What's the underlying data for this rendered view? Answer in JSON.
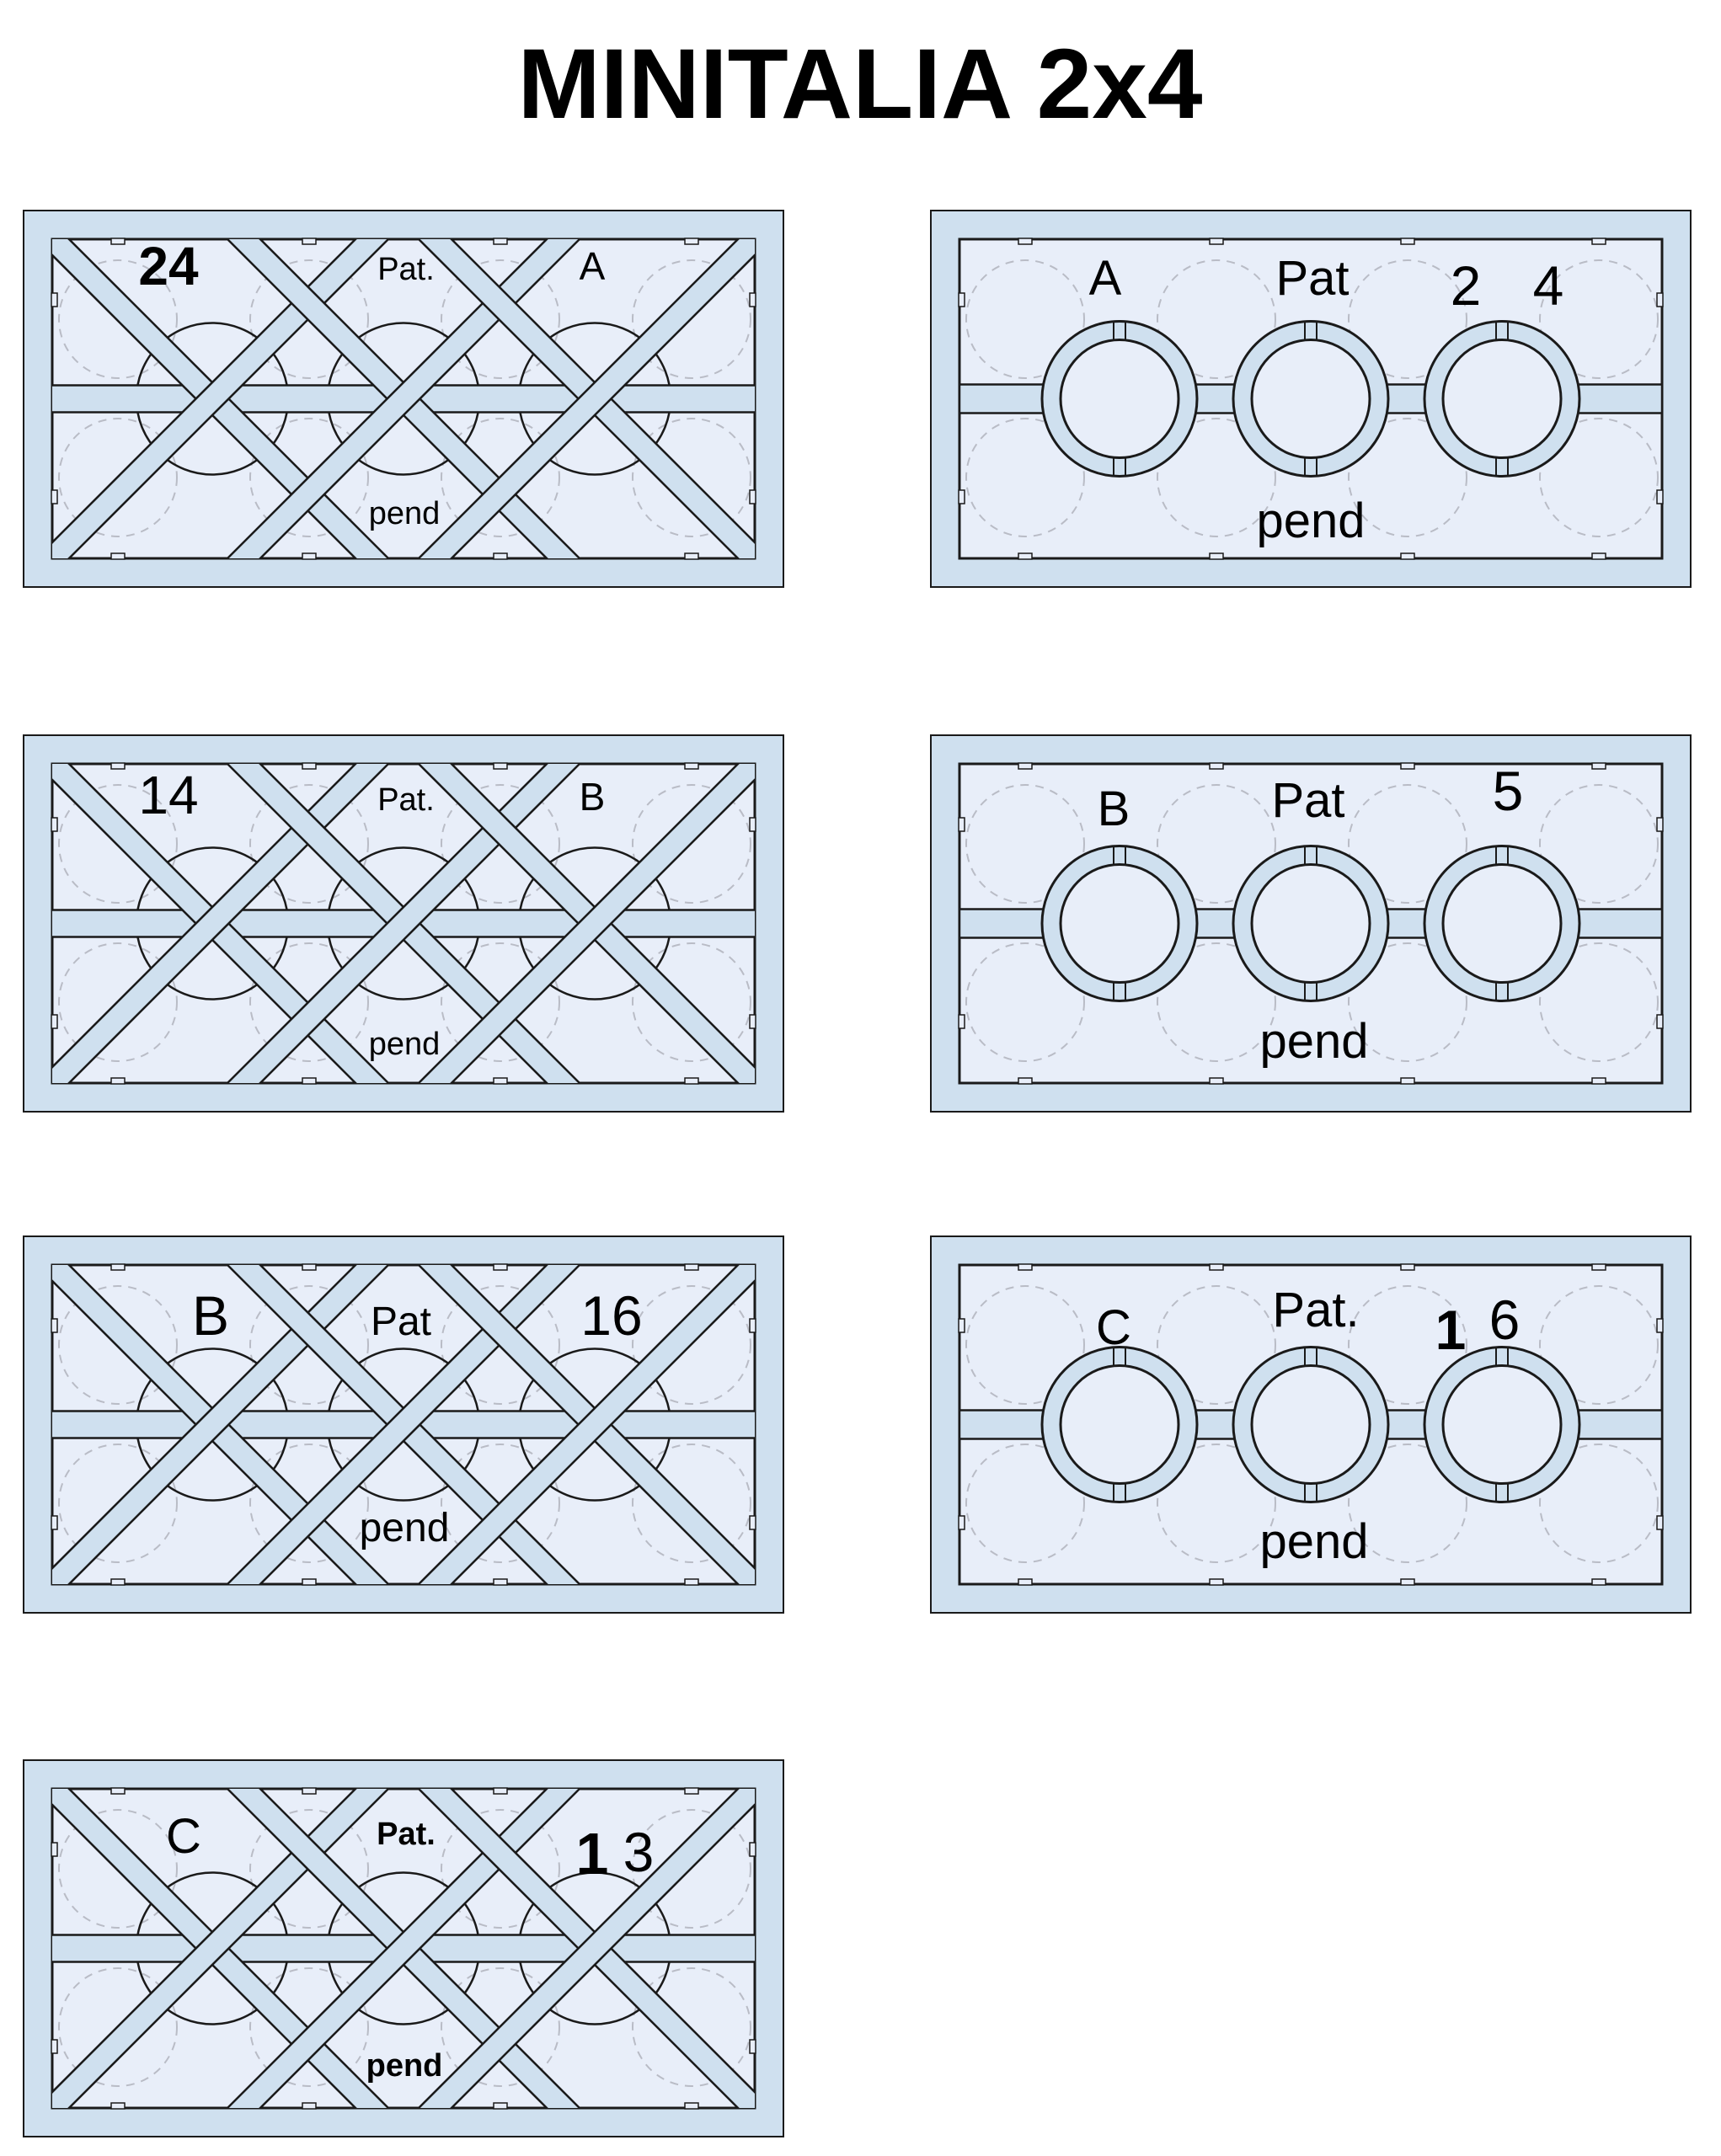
{
  "title": "MINITALIA 2x4",
  "colors": {
    "frame": "#cfe0ef",
    "panel": "#e8eef9",
    "stroke": "#1a1a1a",
    "dashed": "#b9bcc6"
  },
  "bricks": [
    {
      "id": "b1",
      "style": "crossed",
      "labels": [
        "24",
        "Pat.",
        "A",
        "pend"
      ]
    },
    {
      "id": "b2",
      "style": "tubes",
      "labels": [
        "A",
        "Pat",
        "2",
        "4",
        "pend"
      ]
    },
    {
      "id": "b3",
      "style": "crossed",
      "labels": [
        "14",
        "Pat.",
        "B",
        "pend"
      ]
    },
    {
      "id": "b4",
      "style": "tubes",
      "labels": [
        "B",
        "Pat",
        "5",
        "pend"
      ]
    },
    {
      "id": "b5",
      "style": "crossed",
      "labels": [
        "B",
        "Pat",
        "16",
        "pend"
      ]
    },
    {
      "id": "b6",
      "style": "tubes",
      "labels": [
        "C",
        "Pat.",
        "1",
        "6",
        "pend"
      ]
    },
    {
      "id": "b7",
      "style": "crossed",
      "labels": [
        "C",
        "Pat.",
        "1",
        "3",
        "pend"
      ]
    }
  ]
}
